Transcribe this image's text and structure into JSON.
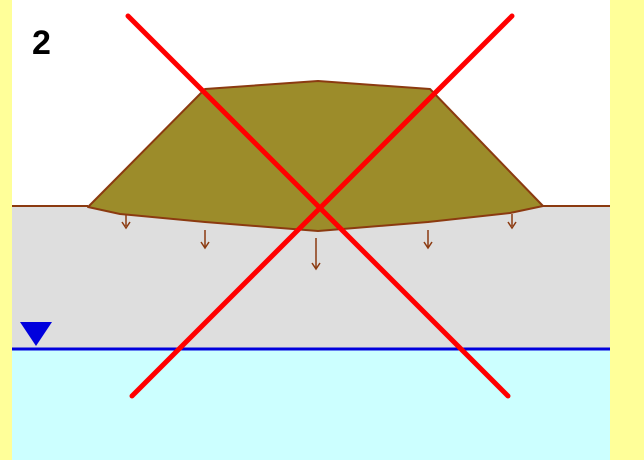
{
  "diagram": {
    "step_number": "2",
    "status": "crossed-out",
    "layers": [
      {
        "name": "embankment-fill",
        "color": "#9c8c2a",
        "outline": "#8b3a10"
      },
      {
        "name": "unsaturated-soil",
        "color": "#dedede"
      },
      {
        "name": "groundwater-zone",
        "color": "#ccffff"
      }
    ],
    "ground_line_color": "#8b3a10",
    "water_table_color": "#0000dd",
    "water_table_marker_icon": "water-table-triangle-icon",
    "settlement_arrow_count": 5,
    "cross_mark_color": "#ff0000",
    "background_color": "#ffff99"
  }
}
